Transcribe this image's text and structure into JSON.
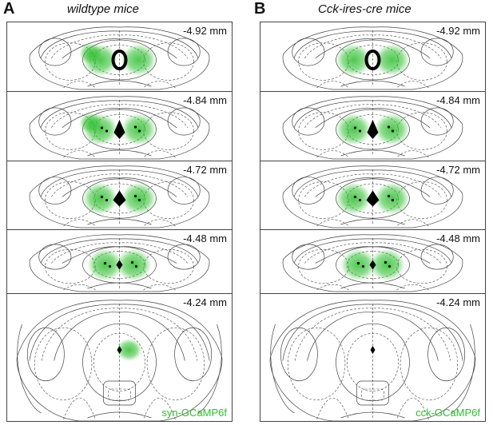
{
  "panels": [
    {
      "letter": "A",
      "title": "wildtype mice",
      "legend": "syn-GCaMP6f",
      "slices": [
        {
          "coord": "-4.92 mm"
        },
        {
          "coord": "-4.84 mm"
        },
        {
          "coord": "-4.72 mm"
        },
        {
          "coord": "-4.48 mm"
        },
        {
          "coord": "-4.24 mm"
        }
      ]
    },
    {
      "letter": "B",
      "title": "Cck-ires-cre mice",
      "legend": "cck-GCaMP6f",
      "slices": [
        {
          "coord": "-4.92 mm"
        },
        {
          "coord": "-4.84 mm"
        },
        {
          "coord": "-4.72 mm"
        },
        {
          "coord": "-4.48 mm"
        },
        {
          "coord": "-4.24 mm"
        }
      ]
    }
  ],
  "colors": {
    "expression": "#2fbf2f",
    "outline": "#444444",
    "legend_text": "#2fbf2f"
  }
}
